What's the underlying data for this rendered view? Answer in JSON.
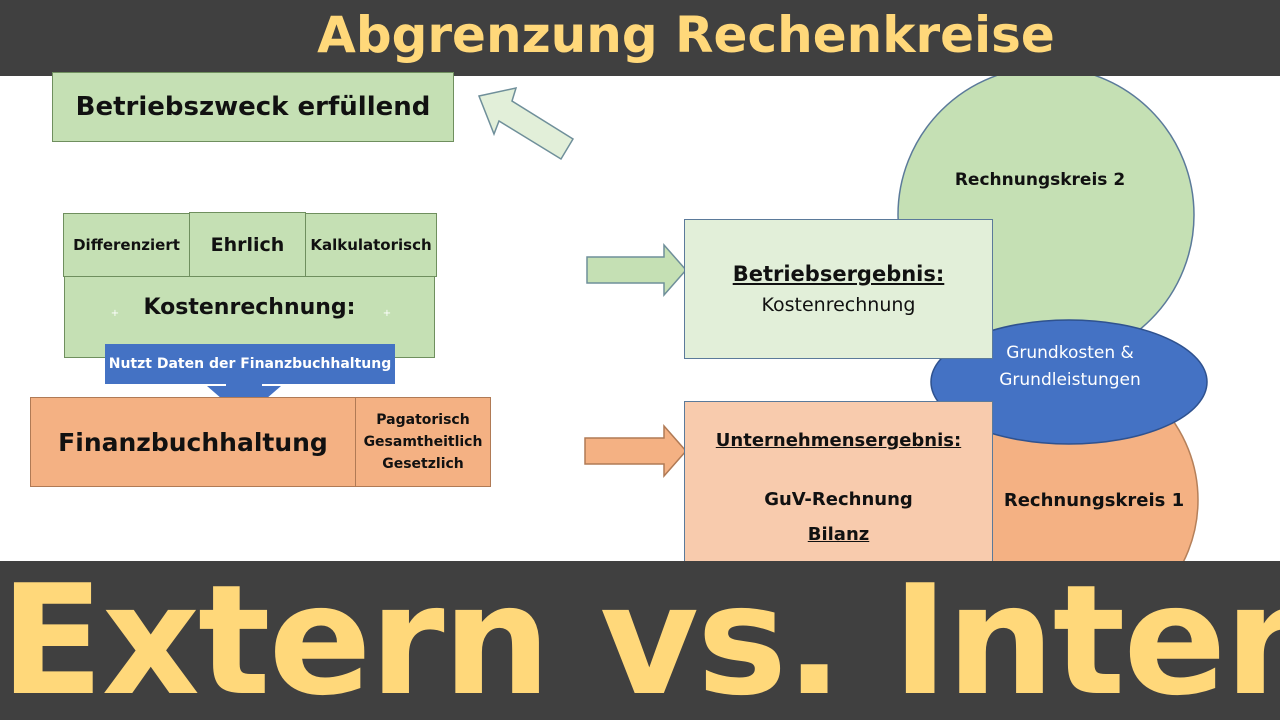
{
  "header": {
    "title": "Abgrenzung Rechenkreise"
  },
  "footer": {
    "title": "Extern vs. Intern"
  },
  "diagram": {
    "zweck": "Betriebszweck erfüllend",
    "criteria": [
      "Differenziert",
      "Ehrlich",
      "Kalkulatorisch"
    ],
    "kostenrechnung": "Kostenrechnung:",
    "nutzt": "Nutzt Daten der Finanzbuchhaltung",
    "plus": "+",
    "finanzbuchhaltung": "Finanzbuchhaltung",
    "fibu_props": [
      "Pagatorisch",
      "Gesamtheitlich",
      "Gesetzlich"
    ],
    "betriebsergebnis": {
      "heading": "Betriebsergebnis:",
      "sub": "Kostenrechnung"
    },
    "unternehmensergebnis": {
      "heading": "Unternehmensergebnis:",
      "line1": "GuV-Rechnung",
      "line2": "Bilanz"
    },
    "rechnungskreis_2": "Rechnungskreis 2",
    "rechnungskreis_1": "Rechnungskreis 1",
    "grundkosten": [
      "Grundkosten &",
      "Grundleistungen"
    ]
  },
  "colors": {
    "header_bg": "#404040",
    "title_yellow": "#ffd87a",
    "green": "#c5e0b4",
    "orange": "#f4b183",
    "blue": "#4472c4"
  }
}
